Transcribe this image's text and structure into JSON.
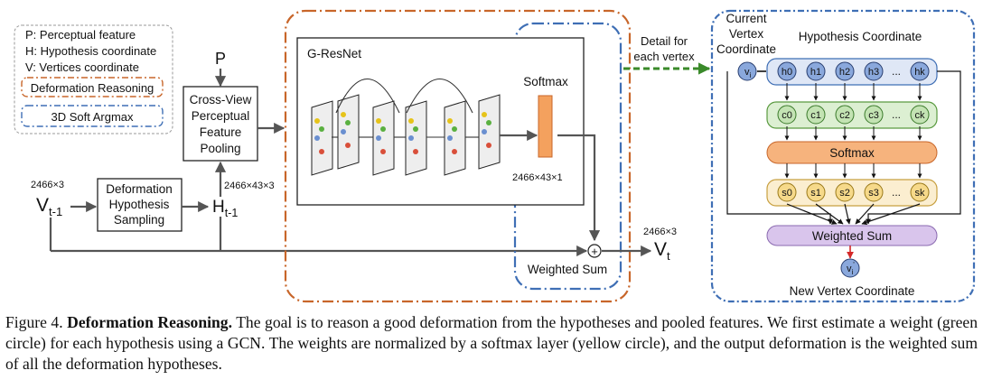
{
  "legend": {
    "items": [
      "P: Perceptual feature",
      "H: Hypothesis coordinate",
      "V: Vertices coordinate"
    ],
    "deformation_reasoning": "Deformation Reasoning",
    "soft_argmax": "3D Soft Argmax"
  },
  "left": {
    "p_label": "P",
    "cvp_lines": [
      "Cross-View",
      "Perceptual",
      "Feature",
      "Pooling"
    ],
    "v_main": "V",
    "v_sub": "t-1",
    "v_dim": "2466×3",
    "dhs_lines": [
      "Deformation",
      "Hypothesis",
      "Sampling"
    ],
    "h_main": "H",
    "h_sub": "t-1",
    "h_dim": "2466×43×3"
  },
  "middle": {
    "gresnet": "G-ResNet",
    "softmax": "Softmax",
    "softmax_dim": "2466×43×1",
    "plus": "+",
    "weighted_sum": "Weighted Sum",
    "vt_dim": "2466×3",
    "vt_main": "V",
    "vt_sub": "t",
    "detail_lines": [
      "Detail for",
      "each vertex"
    ]
  },
  "right": {
    "current_lines": [
      "Current",
      "Vertex",
      "Coordinate"
    ],
    "hyp_title": "Hypothesis Coordinate",
    "vi_main": "v",
    "vi_sub": "i",
    "h_items": [
      "h0",
      "h1",
      "h2",
      "h3",
      "...",
      "hk"
    ],
    "c_items": [
      "c0",
      "c1",
      "c2",
      "c3",
      "...",
      "ck"
    ],
    "s_items": [
      "s0",
      "s1",
      "s2",
      "s3",
      "...",
      "sk"
    ],
    "softmax": "Softmax",
    "weighted_sum": "Weighted Sum",
    "vi_new_main": "v",
    "vi_new_sub": "i",
    "vi_new_prime": "'",
    "new_vertex": "New Vertex Coordinate"
  },
  "caption": {
    "figure": "Figure 4.",
    "title": "Deformation Reasoning.",
    "text": "The goal is to reason a good deformation from the hypotheses and pooled features. We first estimate a weight (green circle) for each hypothesis using a GCN. The weights are normalized by a softmax layer (yellow circle), and the output deformation is the weighted sum of all the deformation hypotheses."
  },
  "colors": {
    "orange_border": "#c8662a",
    "blue_border": "#3f6fb5",
    "green_arrow": "#3a8a2a",
    "orange_fill": "#f4a15e",
    "blue_circle": "#8aa8dc",
    "h_fill": "#dfe7f6",
    "c_fill": "#dcefd2",
    "s_fill": "#fbeed0",
    "softmax_bar": "#f6b37d",
    "weighted_bar": "#d9c5ec",
    "red_arrow": "#d42828"
  }
}
